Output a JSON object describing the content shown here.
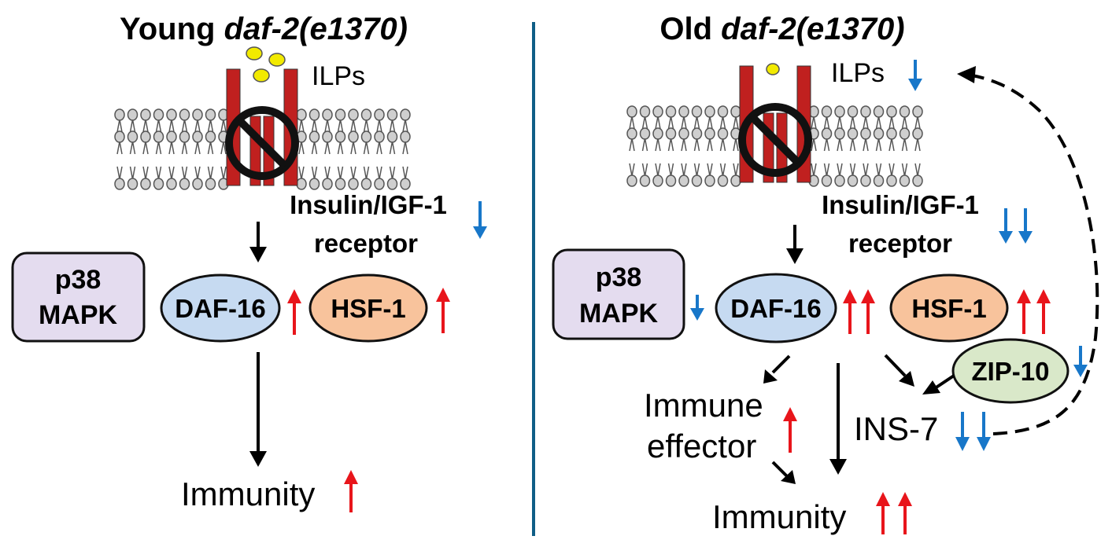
{
  "colors": {
    "receptor_red": "#c0201f",
    "ligand_yellow": "#f2ea00",
    "up_arrow": "#e8151b",
    "down_arrow": "#1877c9",
    "divider": "#0f5e86",
    "p38_fill": "#e4dcef",
    "daf16_fill": "#c6daf1",
    "hsf1_fill": "#f8c39c",
    "zip10_fill": "#d9e8c9",
    "lipid_head": "#cfcfcf"
  },
  "left": {
    "title_plain": "Young ",
    "title_italic": "daf-2(e1370)",
    "ilps": "ILPs",
    "receptor_line1": "Insulin/IGF-1",
    "receptor_line2": "receptor",
    "p38_line1": "p38",
    "p38_line2": "MAPK",
    "daf16": "DAF-16",
    "hsf1": "HSF-1",
    "immunity": "Immunity"
  },
  "right": {
    "title_plain": "Old ",
    "title_italic": "daf-2(e1370)",
    "ilps": "ILPs",
    "receptor_line1": "Insulin/IGF-1",
    "receptor_line2": "receptor",
    "p38_line1": "p38",
    "p38_line2": "MAPK",
    "daf16": "DAF-16",
    "hsf1": "HSF-1",
    "zip10": "ZIP-10",
    "immune_line1": "Immune",
    "immune_line2": "effector",
    "ins7": "INS-7",
    "immunity": "Immunity"
  }
}
